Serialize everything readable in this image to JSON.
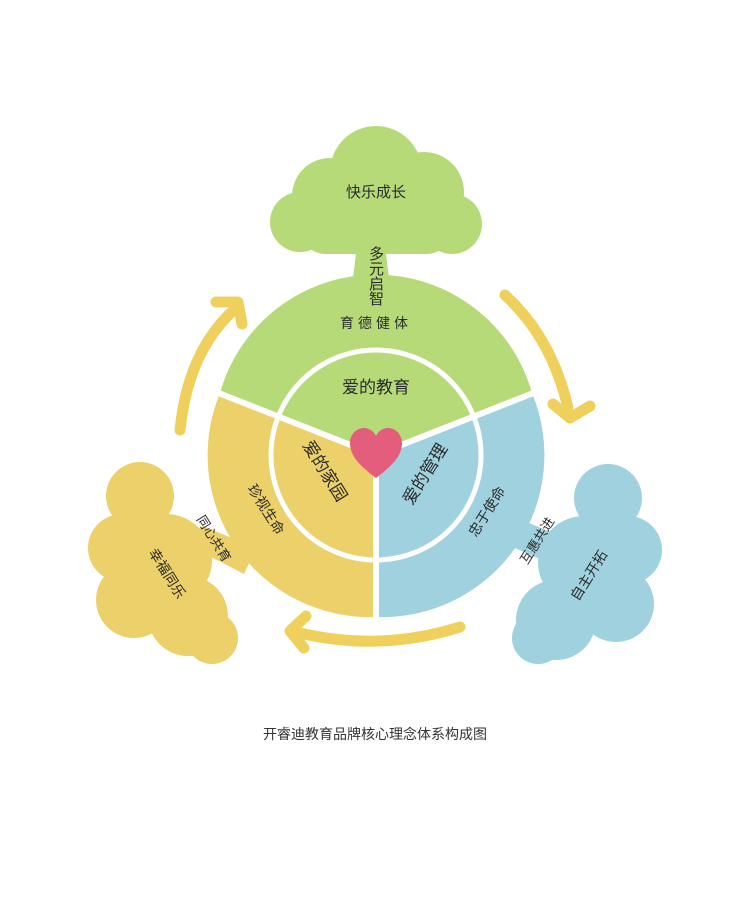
{
  "colors": {
    "green": "#b7da79",
    "yellow": "#ecd06a",
    "blue": "#9fd2de",
    "heart": "#e55d7d",
    "arrow": "#efd05c",
    "divider": "#ffffff"
  },
  "tree_green": {
    "crown": "快乐成长",
    "trunk": "多元启智",
    "ring": "育德健体",
    "inner": "爱的教育"
  },
  "tree_yellow": {
    "crown": "幸福同乐",
    "trunk": "同心共育",
    "ring": "珍视生命",
    "inner": "爱的家园"
  },
  "tree_blue": {
    "crown": "自主开拓",
    "trunk": "互惠共进",
    "ring": "忠于使命",
    "inner": "爱的管理"
  },
  "center_icon": "heart-icon",
  "cycle_arrows": "arrow-icon",
  "caption": "开睿迪教育品牌核心理念体系构成图"
}
